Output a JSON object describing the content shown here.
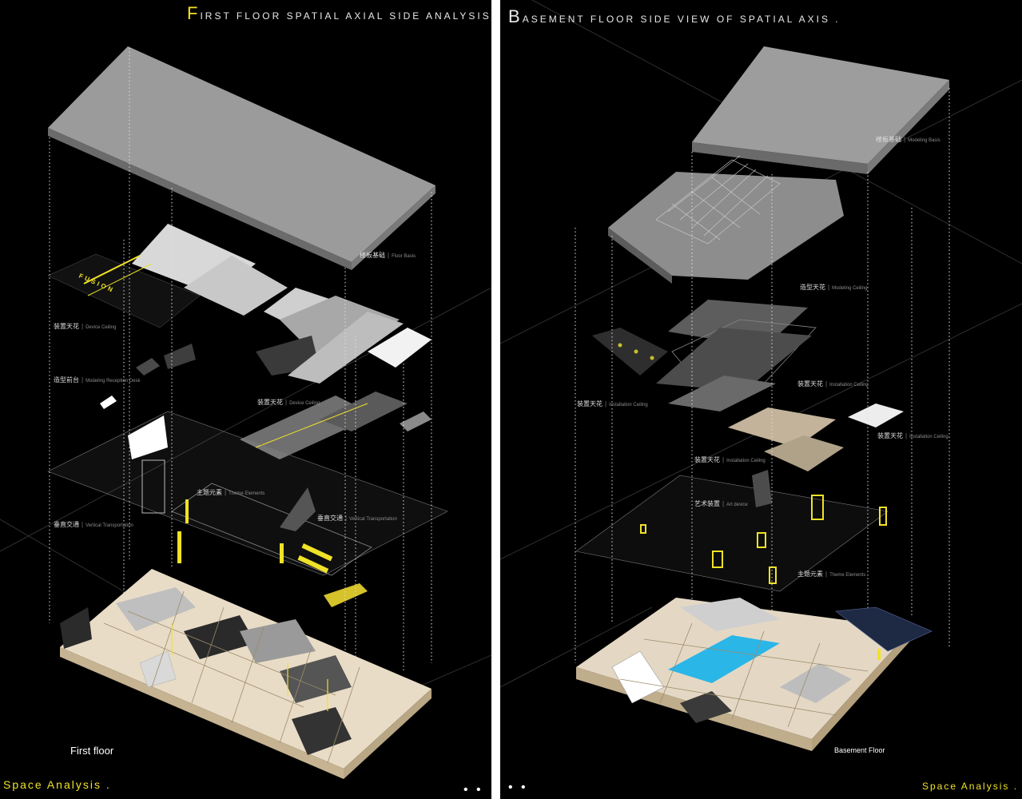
{
  "left_panel": {
    "title_cap": "F",
    "title_rest": "IRST   FLOOR SPATIAL AXIAL SIDE ANALYSIS .",
    "labels": [
      {
        "zh": "楼板基础",
        "en": "Floor Basis"
      },
      {
        "zh": "装置天花",
        "en": "Device Ceiling"
      },
      {
        "zh": "造型前台",
        "en": "Modeling Reception Desk"
      },
      {
        "zh": "装置天花",
        "en": "Device Ceiling"
      },
      {
        "zh": "主题元素",
        "en": "Theme Elements"
      },
      {
        "zh": "垂直交通",
        "en": "Vertical Transportation"
      },
      {
        "zh": "垂直交通",
        "en": "Vertical Transportation"
      }
    ],
    "sign_text": "FUSION",
    "floor_label": "First  floor",
    "footer": "Space Analysis .",
    "dots": "• •"
  },
  "right_panel": {
    "title_cap": "B",
    "title_rest": "ASEMENT FLOOR SIDE VIEW OF SPATIAL AXIS .",
    "labels": [
      {
        "zh": "楼板基础",
        "en": "Modeling Basis"
      },
      {
        "zh": "造型天花",
        "en": "Modeling Ceiling"
      },
      {
        "zh": "装置天花",
        "en": "Installation Ceiling"
      },
      {
        "zh": "装置天花",
        "en": "Installation Ceiling"
      },
      {
        "zh": "装置天花",
        "en": "Installation Ceiling"
      },
      {
        "zh": "装置天花",
        "en": "Installation Ceiling"
      },
      {
        "zh": "艺术装置",
        "en": "Art device"
      },
      {
        "zh": "主题元素",
        "en": "Theme Elements"
      }
    ],
    "floor_label": "Basement Floor",
    "footer": "Space Analysis .",
    "dots": "• •"
  },
  "colors": {
    "background": "#000000",
    "accent": "#f0e227",
    "slab": "#9a9a9a",
    "pool": "#29b6e8"
  }
}
